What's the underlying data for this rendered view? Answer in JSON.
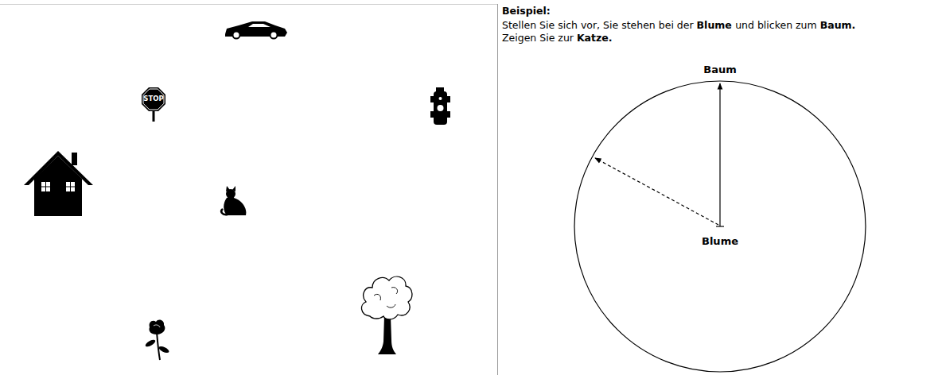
{
  "diagram": {
    "title": "Beispiel:",
    "labels": [
      "Stellen Sie sich vor, Sie stehen bei der Blume und blicken zum Baum.",
      "Zeigen Sie zur Katze.",
      "Baum",
      "Blume",
      "STOP"
    ]
  }
}
